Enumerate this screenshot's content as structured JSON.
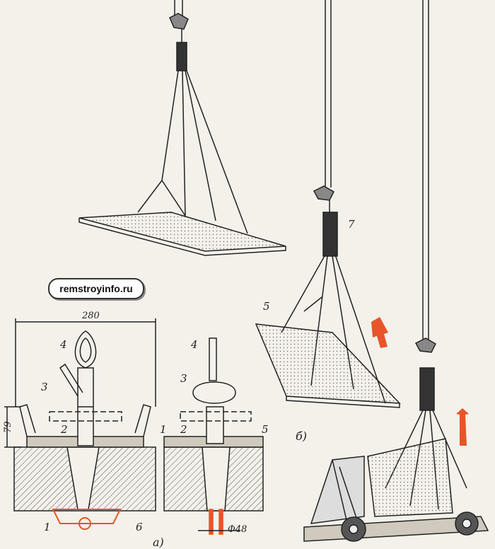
{
  "watermark": "remstroyinfo.ru",
  "labels": {
    "n1_left": "1",
    "n2_left": "2",
    "n3_left": "3",
    "n4_left": "4",
    "n6": "6",
    "n1_right": "1",
    "n2_right": "2",
    "n3_right": "3",
    "n4_right": "4",
    "n5_right": "5",
    "n5_panel": "5",
    "n7": "7"
  },
  "dimensions": {
    "width": "280",
    "height": "79",
    "diameter": "Ф48"
  },
  "subfigures": {
    "a": "а)",
    "b": "б)"
  },
  "colors": {
    "line": "#222222",
    "accent": "#e8542a",
    "fill": "#b9b4a6"
  },
  "icons": [
    "up-arrow-icon",
    "up-arrow-icon"
  ]
}
